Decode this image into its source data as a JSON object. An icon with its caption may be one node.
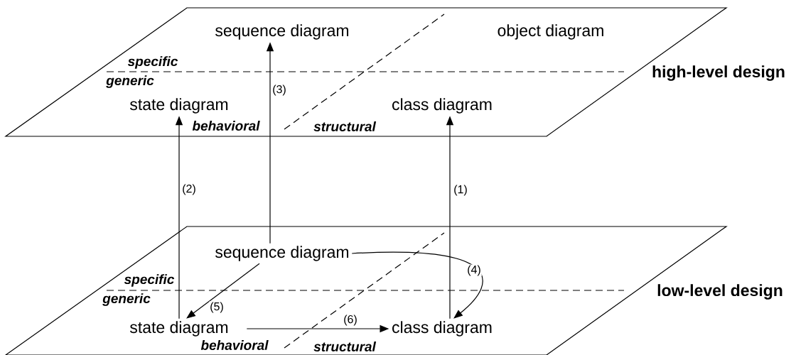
{
  "diagram": {
    "nodes": [
      {
        "text": [
          "high-level design"
        ]
      },
      {
        "text": [
          "sequence diagram"
        ],
        "in": 0
      },
      {
        "text": [
          "object diagram"
        ],
        "in": 0
      },
      {
        "text": [
          "state diagram"
        ],
        "in": 0
      },
      {
        "text": [
          "class diagram"
        ],
        "in": 0
      },
      {
        "text": [
          "low-level design"
        ]
      },
      {
        "text": [
          "sequence diagram"
        ],
        "in": 5
      },
      {
        "text": [
          "state diagram"
        ],
        "in": 5
      },
      {
        "text": [
          "class diagram"
        ],
        "in": 5
      }
    ],
    "edges": [
      {
        "from": 8,
        "to": 4,
        "arrow": "to",
        "label": "(1)"
      },
      {
        "from": 7,
        "to": 3,
        "arrow": "to",
        "label": "(2)"
      },
      {
        "from": 6,
        "to": 1,
        "arrow": "to",
        "label": "(3)"
      },
      {
        "from": 6,
        "to": 8,
        "arrow": "to",
        "label": "(4)"
      },
      {
        "from": 6,
        "to": 7,
        "arrow": "to",
        "label": "(5)"
      },
      {
        "from": 7,
        "to": 8,
        "arrow": "to",
        "label": "(6)"
      }
    ],
    "labels": [
      "specific",
      "generic",
      "behavioral",
      "structural",
      "specific",
      "generic",
      "behavioral",
      "structural"
    ]
  }
}
